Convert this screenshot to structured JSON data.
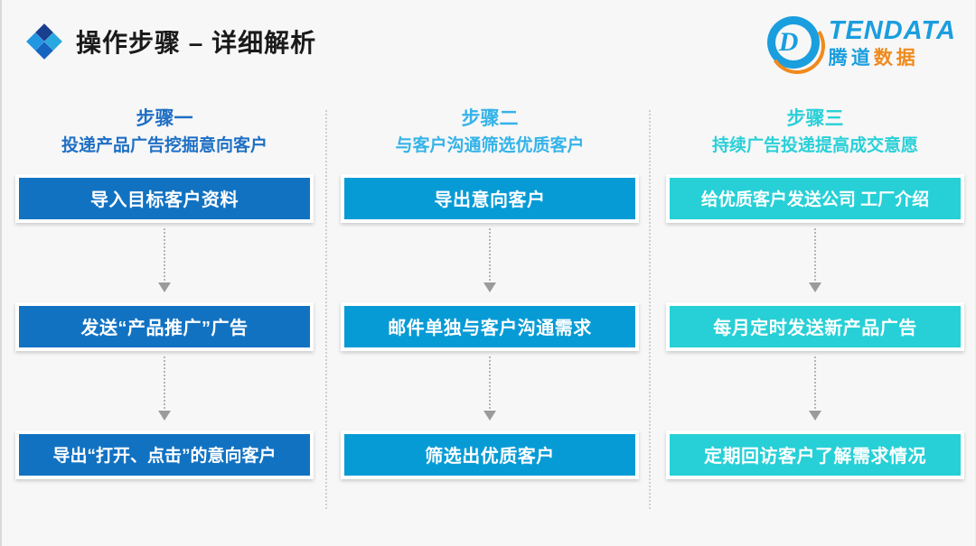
{
  "header": {
    "title": "操作步骤 – 详细解析",
    "icon": "diamond-cluster-icon",
    "logo": {
      "mark_letter": "D",
      "english": "TENDATA",
      "chinese_part1": "腾道",
      "chinese_part2": "数据"
    }
  },
  "colors": {
    "background": "#f7f7f7",
    "title_text": "#1a1a1a",
    "step1_accent": "#1f6fc4",
    "step2_accent": "#35b3e8",
    "step3_accent": "#2ad0d8",
    "step1_box": "#1272c2",
    "step2_box": "#079bd6",
    "step3_box": "#26d0d6",
    "logo_blue": "#1a9ede",
    "logo_orange": "#f08a1d",
    "divider": "#cfcfcf",
    "arrow": "#9b9b9b"
  },
  "columns": [
    {
      "step_label": "步骤一",
      "step_subtitle": "投递产品广告挖掘意向客户",
      "nodes": [
        "导入目标客户资料",
        "发送“产品推广”广告",
        "导出“打开、点击”的意向客户"
      ]
    },
    {
      "step_label": "步骤二",
      "step_subtitle": "与客户沟通筛选优质客户",
      "nodes": [
        "导出意向客户",
        "邮件单独与客户沟通需求",
        "筛选出优质客户"
      ]
    },
    {
      "step_label": "步骤三",
      "step_subtitle": "持续广告投递提高成交意愿",
      "nodes": [
        "给优质客户发送公司 工厂介绍",
        "每月定时发送新产品广告",
        "定期回访客户了解需求情况"
      ]
    }
  ]
}
